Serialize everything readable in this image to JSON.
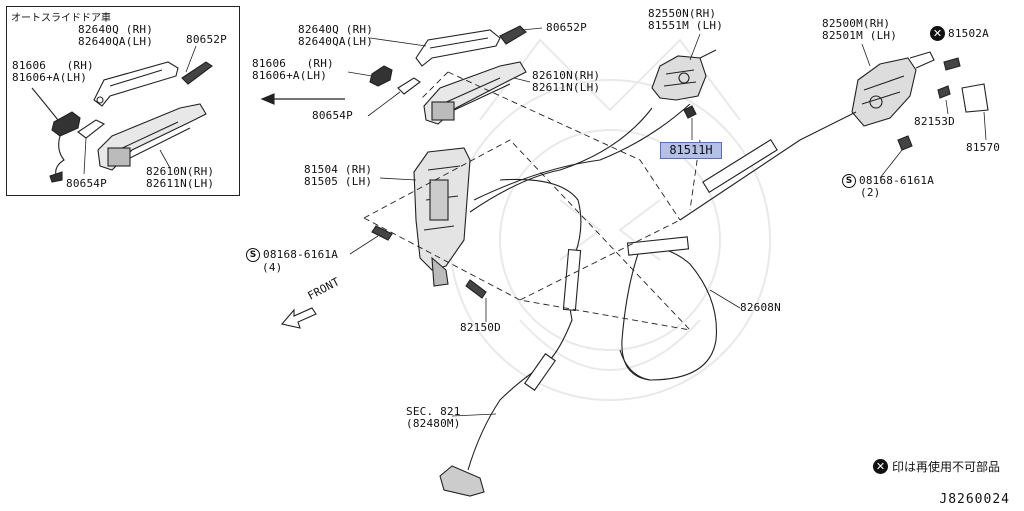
{
  "inset": {
    "title": "オートスライドドア車",
    "labels": {
      "handle": "82640Q (RH)\n82640QA(LH)",
      "cover": "80652P",
      "switch": "81606   (RH)\n81606+A(LH)",
      "gasket": "80654P",
      "bracket": "82610N(RH)\n82611N(LH)"
    }
  },
  "main": {
    "labels": {
      "handle": "82640Q (RH)\n82640QA(LH)",
      "cover": "80652P",
      "switch": "81606   (RH)\n81606+A(LH)",
      "bracket": "82610N(RH)\n82611N(LH)",
      "gasket": "80654P",
      "front_lock": "82550N(RH)\n81551M (LH)",
      "highlight": "81511H",
      "rear_lock": "82500M(RH)\n82501M (LH)",
      "screw_x": "81502A",
      "striker": "82153D",
      "striker_plate": "81570",
      "bolt_rear": "08168-6161A",
      "bolt_rear_qty": "(2)",
      "remote": "81504 (RH)\n81505 (LH)",
      "bolt_left": "08168-6161A",
      "bolt_left_qty": "(4)",
      "bolt_lower": "82150D",
      "cable": "82608N",
      "sec_ref": "SEC. 821\n(82480M)",
      "front": "FRONT"
    }
  },
  "legend": {
    "symbol": "✕",
    "bolt_symbol": "S",
    "note": "印は再使用不可部品"
  },
  "diagram_code": "J8260024"
}
